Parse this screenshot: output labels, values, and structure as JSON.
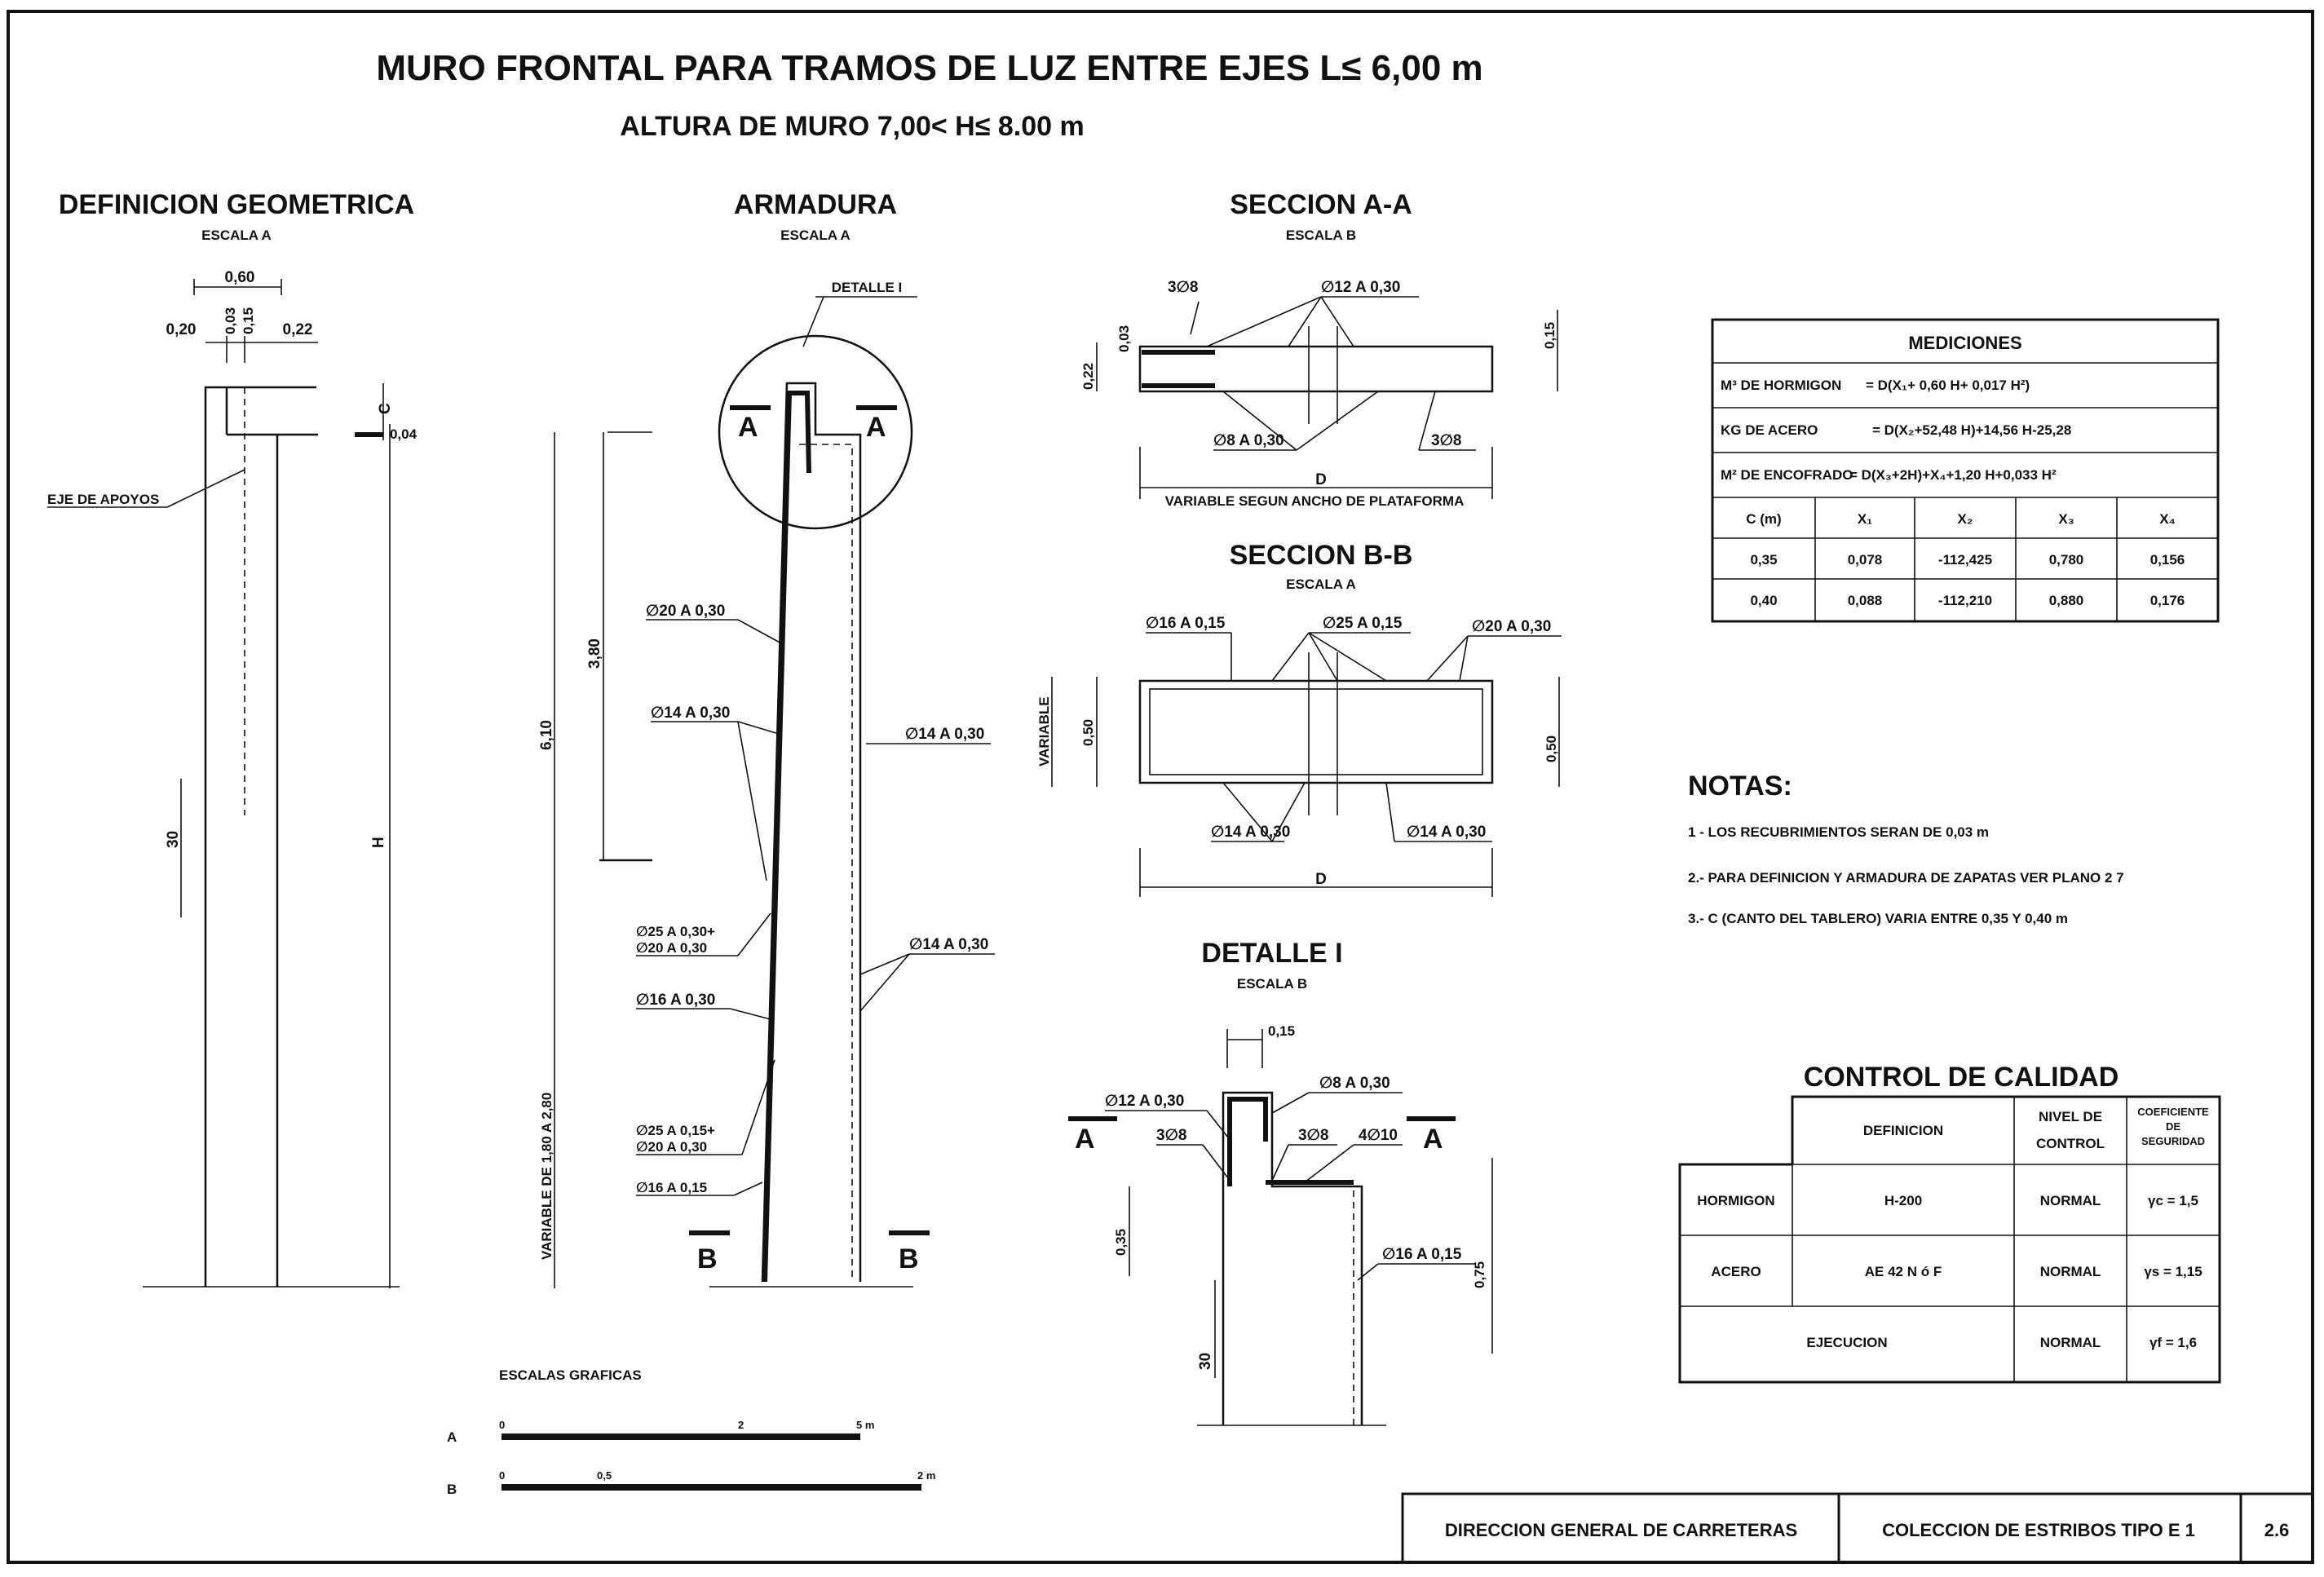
{
  "title": {
    "main": "MURO FRONTAL PARA TRAMOS DE LUZ ENTRE EJES L≤ 6,00 m",
    "sub": "ALTURA DE MURO 7,00< H≤ 8.00 m"
  },
  "geometria": {
    "heading": "DEFINICION GEOMETRICA",
    "scale": "ESCALA A",
    "dim_top": "0,60",
    "dim_left": "0,20",
    "dim_v1": "0,03",
    "dim_v2": "0,15",
    "dim_right": "0,22",
    "label_c": "C",
    "label_004": "0,04",
    "eje": "EJE DE APOYOS",
    "batter": "30",
    "label_h": "H"
  },
  "armadura": {
    "heading": "ARMADURA",
    "scale": "ESCALA A",
    "detalle": "DETALLE I",
    "sec_a": "A",
    "sec_b": "B",
    "dim_380": "3,80",
    "dim_610": "6,10",
    "dim_var": "VARIABLE DE 1,80 A 2,80",
    "bars": [
      "∅20 A 0,30",
      "∅14 A 0,30",
      "∅14 A 0,30",
      "∅25 A 0,30+",
      "∅20 A 0,30",
      "∅16 A 0,30",
      "∅14 A 0,30",
      "∅25 A 0,15+",
      "∅20 A 0,30",
      "∅16 A 0,15"
    ]
  },
  "seccion_aa": {
    "heading": "SECCION A-A",
    "scale": "ESCALA B",
    "bars": [
      "3∅8",
      "∅12 A 0,30",
      "∅8 A 0,30",
      "3∅8"
    ],
    "dims": [
      "0,22",
      "0,03",
      "0,15",
      "D"
    ],
    "note": "VARIABLE SEGUN ANCHO DE PLATAFORMA"
  },
  "seccion_bb": {
    "heading": "SECCION B-B",
    "scale": "ESCALA A",
    "bars": [
      "∅16 A 0,15",
      "∅25 A 0,15",
      "∅20 A 0,30",
      "∅14 A 0,30",
      "∅14 A 0,30"
    ],
    "dims": [
      "VARIABLE",
      "0,50",
      "0,50",
      "D"
    ]
  },
  "detalle": {
    "heading": "DETALLE I",
    "scale": "ESCALA B",
    "dim_015": "0,15",
    "bars": [
      "∅12 A 0,30",
      "3∅8",
      "∅8 A 0,30",
      "3∅8",
      "4∅10",
      "∅16 A 0,15"
    ],
    "sec": "A",
    "dim_035": "0,35",
    "dim_075": "0,75",
    "batter": "30"
  },
  "escalas": {
    "heading": "ESCALAS GRAFICAS",
    "row_a": "A",
    "row_b": "B",
    "a_ticks": [
      "0",
      "2",
      "5 m"
    ],
    "b_ticks": [
      "0",
      "0,5",
      "2 m"
    ]
  },
  "mediciones": {
    "title": "MEDICIONES",
    "formulas": [
      {
        "label": "M³ DE HORMIGON",
        "expr": "= D(X₁+ 0,60 H+ 0,017 H²)"
      },
      {
        "label": "KG DE ACERO",
        "expr": "= D(X₂+52,48 H)+14,56 H-25,28"
      },
      {
        "label": "M² DE ENCOFRADO",
        "expr": "= D(X₃+2H)+X₄+1,20 H+0,033 H²"
      }
    ],
    "columns": [
      "C (m)",
      "X₁",
      "X₂",
      "X₃",
      "X₄"
    ],
    "rows": [
      [
        "0,35",
        "0,078",
        "-112,425",
        "0,780",
        "0,156"
      ],
      [
        "0,40",
        "0,088",
        "-112,210",
        "0,880",
        "0,176"
      ]
    ]
  },
  "notas": {
    "heading": "NOTAS:",
    "items": [
      "1 - LOS RECUBRIMIENTOS SERAN DE 0,03 m",
      "2.- PARA DEFINICION Y ARMADURA DE ZAPATAS VER PLANO 2 7",
      "3.- C (CANTO DEL TABLERO) VARIA ENTRE 0,35 Y 0,40 m"
    ]
  },
  "control": {
    "title": "CONTROL DE CALIDAD",
    "columns": [
      "DEFINICION",
      "NIVEL DE",
      "CONTROL",
      "COEFICIENTE",
      "DE",
      "SEGURIDAD"
    ],
    "rows": [
      {
        "name": "HORMIGON",
        "def": "H-200",
        "nivel": "NORMAL",
        "coef": "γc = 1,5"
      },
      {
        "name": "ACERO",
        "def": "AE 42 N ó F",
        "nivel": "NORMAL",
        "coef": "γs = 1,15"
      },
      {
        "name": "EJECUCION",
        "def": "",
        "nivel": "NORMAL",
        "coef": "γf = 1,6"
      }
    ]
  },
  "footer": {
    "org": "DIRECCION GENERAL DE CARRETERAS",
    "coleccion": "COLECCION DE ESTRIBOS TIPO E 1",
    "sheet": "2.6"
  }
}
